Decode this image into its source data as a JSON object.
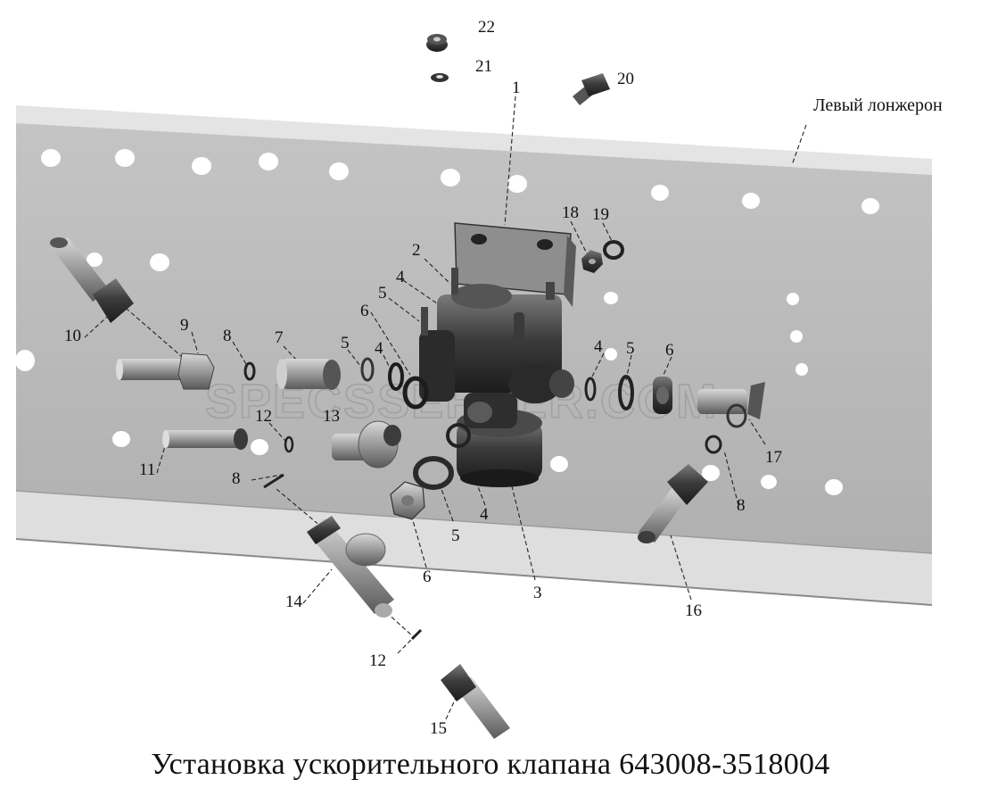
{
  "caption": "Установка ускорительного клапана 643008-3518004",
  "frame_label": "Левый лонжерон",
  "watermark": "SPECSSERVER.COM",
  "callouts": [
    "22",
    "21",
    "1",
    "20",
    "18",
    "19",
    "2",
    "4",
    "5",
    "6",
    "10",
    "9",
    "8",
    "7",
    "5",
    "4",
    "4",
    "5",
    "6",
    "12",
    "13",
    "11",
    "8",
    "17",
    "8",
    "5",
    "4",
    "6",
    "3",
    "14",
    "16",
    "12",
    "15"
  ],
  "colors": {
    "frame": "#bdbdbd",
    "frame_edge": "#e2e2e2",
    "hole": "#ffffff",
    "part_dark": "#3a3a3a",
    "part_mid": "#6e6e6e"
  }
}
